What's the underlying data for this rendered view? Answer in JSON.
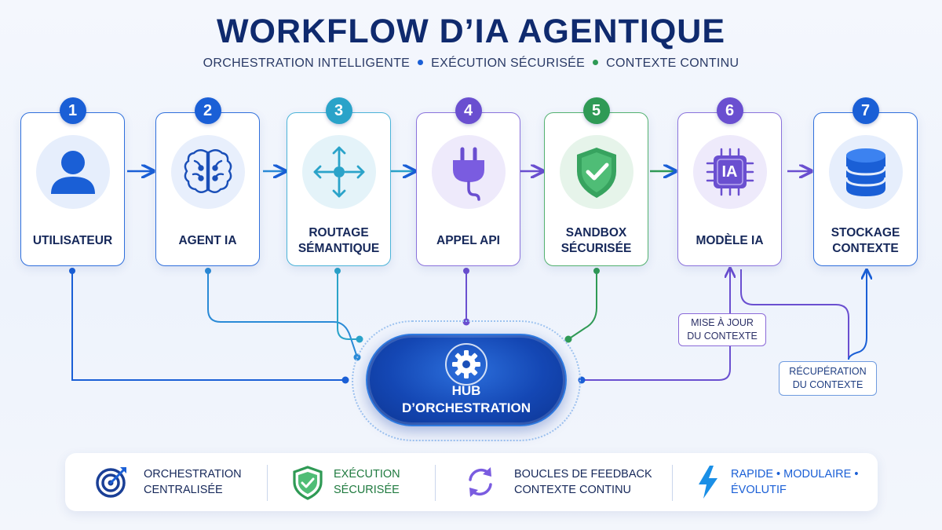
{
  "title": "WORKFLOW D’IA AGENTIQUE",
  "subtitle": {
    "part1": "ORCHESTRATION INTELLIGENTE",
    "part2": "EXÉCUTION SÉCURISÉE",
    "part3": "CONTEXTE CONTINU"
  },
  "colors": {
    "blue": "#1a5fd6",
    "cyan": "#2aa3c9",
    "purple": "#6a4fd0",
    "green": "#2f9a55",
    "navy": "#0f2a6e"
  },
  "nodes": [
    {
      "number": "1",
      "label": "UTILISATEUR",
      "icon": "user-icon",
      "color": "#1a5fd6"
    },
    {
      "number": "2",
      "label": "AGENT IA",
      "icon": "brain-icon",
      "color": "#1a5fd6"
    },
    {
      "number": "3",
      "label": "ROUTAGE\nSÉMANTIQUE",
      "icon": "routing-arrows-icon",
      "color": "#2aa3c9"
    },
    {
      "number": "4",
      "label": "APPEL API",
      "icon": "plug-icon",
      "color": "#6a4fd0"
    },
    {
      "number": "5",
      "label": "SANDBOX\nSÉCURISÉE",
      "icon": "shield-check-icon",
      "color": "#2f9a55"
    },
    {
      "number": "6",
      "label": "MODÈLE IA",
      "icon": "chip-icon",
      "color": "#6a4fd0",
      "chip_text": "IA"
    },
    {
      "number": "7",
      "label": "STOCKAGE\nCONTEXTE",
      "icon": "database-icon",
      "color": "#1a5fd6"
    }
  ],
  "hub": {
    "label": "HUB\nD’ORCHESTRATION",
    "icon": "gear-icon"
  },
  "notes": {
    "update": "MISE À JOUR\nDU CONTEXTE",
    "retrieval": "RÉCUPÉRATION\nDU CONTEXTE"
  },
  "features": [
    {
      "text": "ORCHESTRATION\nCENTRALISÉE",
      "icon": "target-icon",
      "color": "#16285a"
    },
    {
      "text": "EXÉCUTION\nSÉCURISÉE",
      "icon": "shield-check-icon",
      "color": "#1f7a3f"
    },
    {
      "text": "BOUCLES DE FEEDBACK\nCONTEXTE CONTINU",
      "icon": "refresh-cycle-icon",
      "color": "#16285a"
    },
    {
      "text": "RAPIDE • MODULAIRE •\nÉVOLUTIF",
      "icon": "lightning-icon",
      "color": "#1a5fd6"
    }
  ]
}
